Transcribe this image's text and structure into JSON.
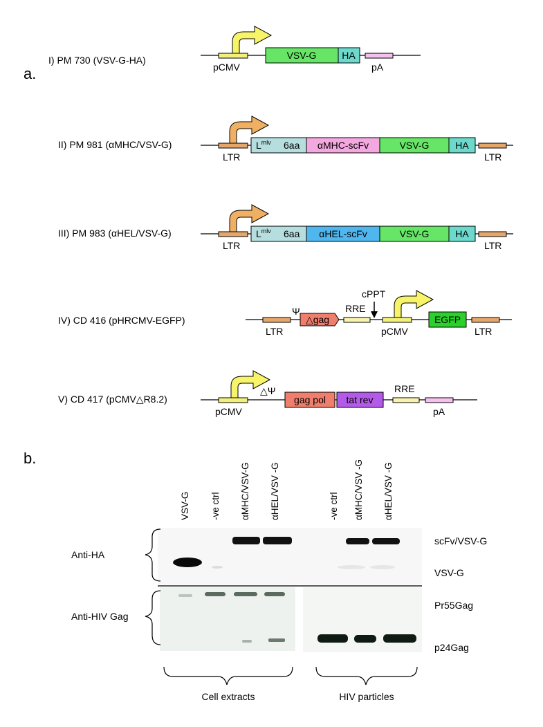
{
  "panel_a_label": "a.",
  "panel_b_label": "b.",
  "constructs": [
    {
      "label": "I) PM 730 (VSV-G-HA)",
      "promoter": "pCMV",
      "genes": [
        "VSV-G",
        "HA"
      ],
      "tail": "pA"
    },
    {
      "label": "II) PM 981 (αMHC/VSV-G)",
      "ltr_left": "LTR",
      "lmlv_base": "L",
      "lmlv_sup": "mlv",
      "spacer": "6aa",
      "scfv": "αMHC-scFv",
      "vsvg": "VSV-G",
      "ha": "HA",
      "ltr_right": "LTR"
    },
    {
      "label": "III) PM 983 (αHEL/VSV-G)",
      "ltr_left": "LTR",
      "lmlv_base": "L",
      "lmlv_sup": "mlv",
      "spacer": "6aa",
      "scfv": "αHEL-scFv",
      "vsvg": "VSV-G",
      "ha": "HA",
      "ltr_right": "LTR"
    },
    {
      "label": "IV) CD 416 (pHRCMV-EGFP)",
      "ltr_left": "LTR",
      "psi": "Ψ",
      "dgag": "△gag",
      "rre": "RRE",
      "cppt": "cPPT",
      "promoter": "pCMV",
      "egfp": "EGFP",
      "ltr_right": "LTR"
    },
    {
      "label": "V) CD 417 (pCMV△R8.2)",
      "promoter": "pCMV",
      "dpsi": "△Ψ",
      "gagpol": "gag pol",
      "tatrev": "tat  rev",
      "rre": "RRE",
      "tail": "pA"
    }
  ],
  "blot": {
    "lanes": [
      "VSV-G",
      "-ve ctrl",
      "αMHC/VSV-G",
      "αHEL/VSV -G",
      "-ve ctrl",
      "αMHC/VSV -G",
      "αHEL/VSV -G"
    ],
    "antibodies": [
      "Anti-HA",
      "Anti-HIV Gag"
    ],
    "bands": [
      "scFv/VSV-G",
      "VSV-G",
      "Pr55Gag",
      "p24Gag"
    ],
    "groups": [
      "Cell extracts",
      "HIV particles"
    ]
  },
  "colors": {
    "vsvg": "#66e566",
    "ha": "#6cd9cc",
    "lmlv": "#b6dede",
    "mhc": "#f4a8e0",
    "hel": "#4fb6ee",
    "dgag": "#f07e6c",
    "gagpol": "#f07e6c",
    "tatrev": "#b45ae8",
    "egfp": "#2bd12b",
    "ltr": "#e4a66a",
    "pcmv": "#f2f07a",
    "pa": "#f4c0ee",
    "arrow_cmv": "#f8f46a",
    "arrow_ltr": "#f0b064"
  }
}
